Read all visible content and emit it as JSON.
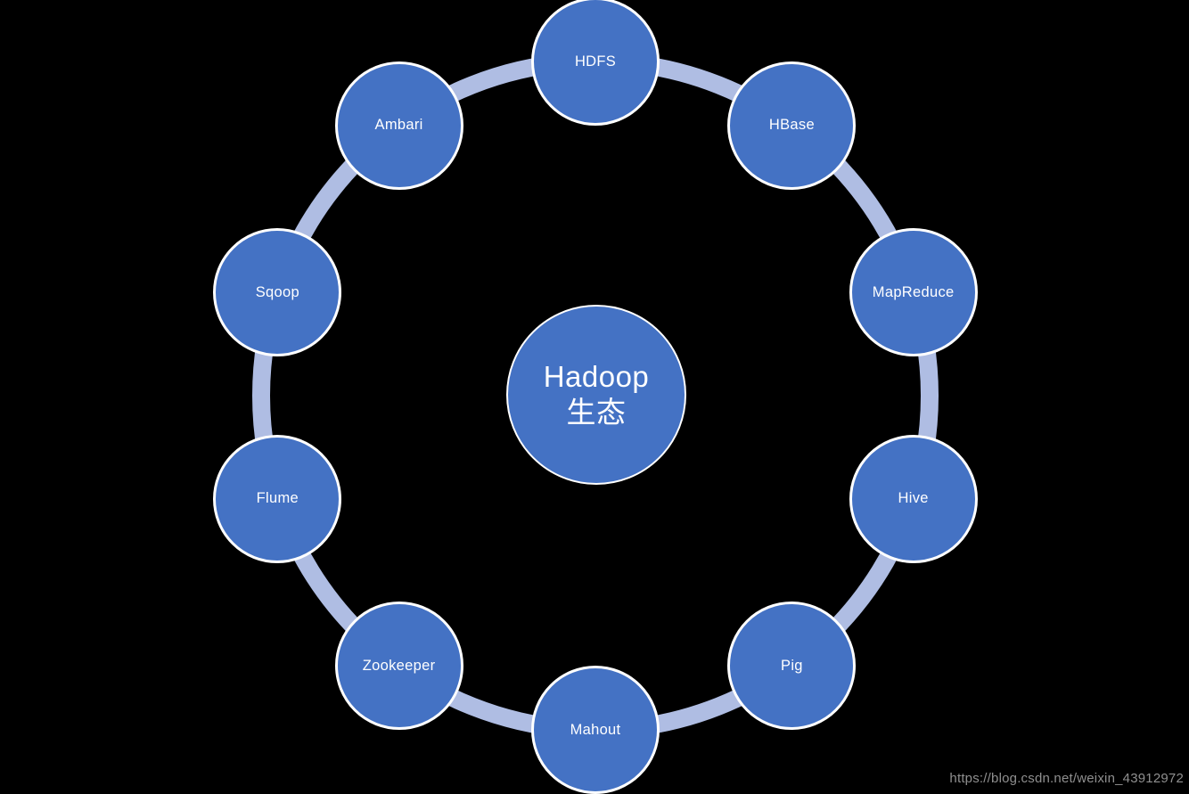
{
  "diagram": {
    "title": "Hadoop ecosystem cycle diagram",
    "center": {
      "line1": "Hadoop",
      "line2": "生态"
    },
    "nodes": [
      {
        "id": "hdfs",
        "label": "HDFS"
      },
      {
        "id": "hbase",
        "label": "HBase"
      },
      {
        "id": "mapreduce",
        "label": "MapReduce"
      },
      {
        "id": "hive",
        "label": "Hive"
      },
      {
        "id": "pig",
        "label": "Pig"
      },
      {
        "id": "mahout",
        "label": "Mahout"
      },
      {
        "id": "zookeeper",
        "label": "Zookeeper"
      },
      {
        "id": "flume",
        "label": "Flume"
      },
      {
        "id": "sqoop",
        "label": "Sqoop"
      },
      {
        "id": "ambari",
        "label": "Ambari"
      }
    ],
    "colors": {
      "background": "#000000",
      "node_fill": "#4472C4",
      "node_border": "#FFFFFF",
      "ring": "#AFBDE3",
      "label_text": "#FFFFFF",
      "watermark_text": "#8F8F8F"
    }
  },
  "watermark": {
    "text": "https://blog.csdn.net/weixin_43912972"
  }
}
